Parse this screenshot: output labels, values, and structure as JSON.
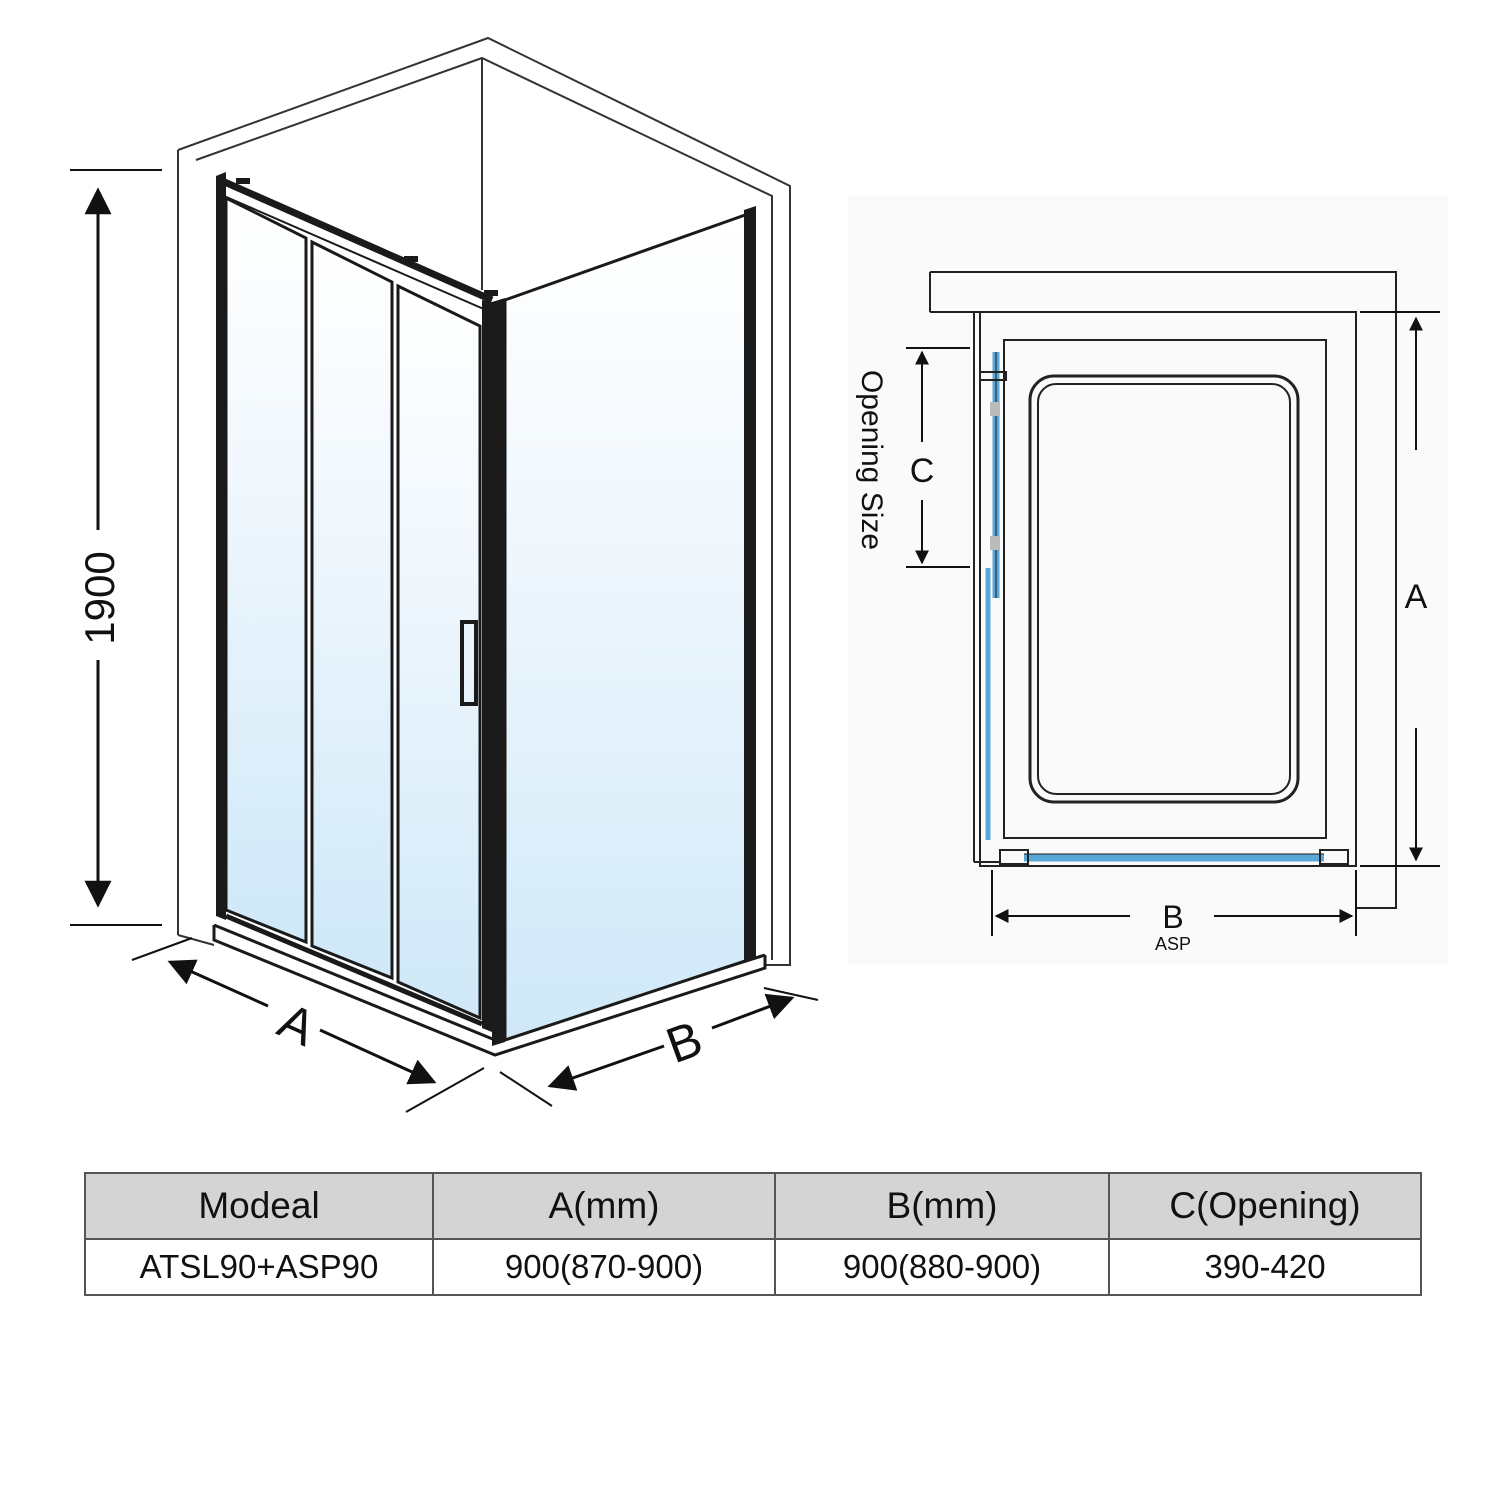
{
  "perspective": {
    "height_label": "1900",
    "width_label_a": "A",
    "width_label_b": "B"
  },
  "plan": {
    "opening_size_label": "Opening Size",
    "opening_label": "C",
    "length_label": "A",
    "width_label": "B",
    "width_sublabel": "ASP"
  },
  "table": {
    "headers": [
      "Modeal",
      "A(mm)",
      "B(mm)",
      "C(Opening)"
    ],
    "rows": [
      [
        "ATSL90+ASP90",
        "900(870-900)",
        "900(880-900)",
        "390-420"
      ]
    ]
  },
  "colors": {
    "glass_top": "#ffffff",
    "glass_bottom": "#cfe8f8",
    "frame": "#1a1a1a",
    "plan_glass": "#5aa8d8",
    "table_header_bg": "#d4d4d4"
  }
}
